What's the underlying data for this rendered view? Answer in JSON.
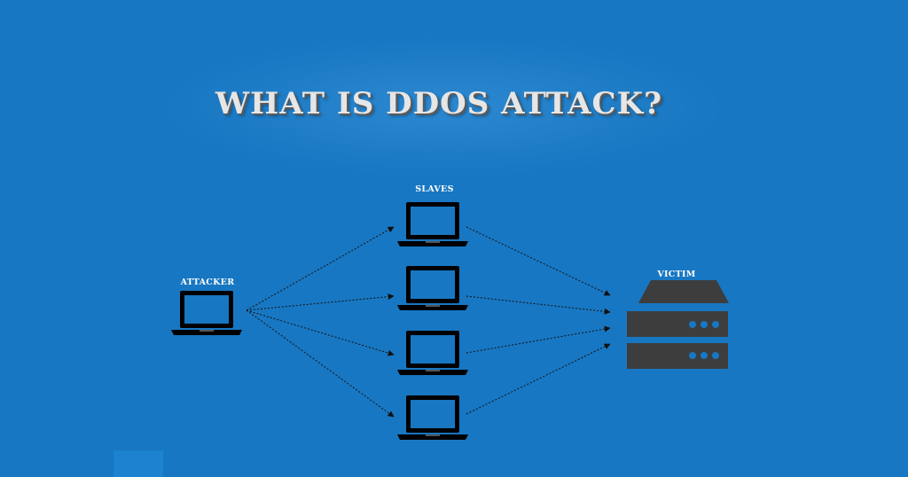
{
  "title": "WHAT IS DDOS ATTACK?",
  "labels": {
    "slaves": "SLAVES",
    "attacker": "ATTACKER",
    "victim": "VICTIM"
  },
  "nodes": {
    "attacker": {
      "icon": "laptop-icon"
    },
    "slaves": [
      {
        "icon": "laptop-icon"
      },
      {
        "icon": "laptop-icon"
      },
      {
        "icon": "laptop-icon"
      },
      {
        "icon": "laptop-icon"
      }
    ],
    "victim": {
      "icon": "server-icon"
    }
  },
  "colors": {
    "background": "#1877c2",
    "device": "#000000",
    "server": "#3d3d3d",
    "server_leds": "#1877c2",
    "title_text": "#e6e6e6"
  }
}
